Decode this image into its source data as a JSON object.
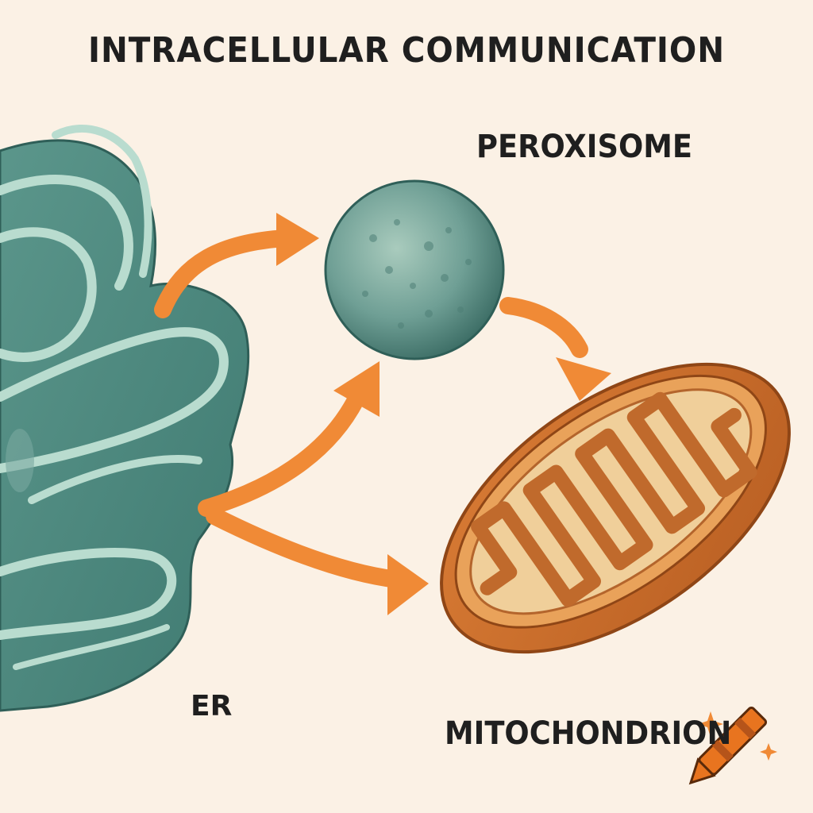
{
  "diagram": {
    "title": "INTRACELLULAR COMMUNICATION",
    "labels": {
      "peroxisome": "PEROXISOME",
      "er": "ER",
      "mitochondrion": "MITOCHONDRION"
    },
    "nodes": [
      {
        "id": "er",
        "label": "ER"
      },
      {
        "id": "peroxisome",
        "label": "PEROXISOME"
      },
      {
        "id": "mitochondrion",
        "label": "MITOCHONDRION"
      }
    ],
    "edges": [
      {
        "from": "er",
        "to": "peroxisome"
      },
      {
        "from": "er",
        "to": "peroxisome"
      },
      {
        "from": "er",
        "to": "mitochondrion"
      },
      {
        "from": "peroxisome",
        "to": "mitochondrion"
      }
    ],
    "colors": {
      "background": "#fbf1e5",
      "er": "#4f8a80",
      "er_highlight": "#b9dccf",
      "peroxisome": "#6f9f95",
      "mitochondrion_outer": "#c96a2a",
      "mitochondrion_inner": "#f0cf9a",
      "arrow": "#f08a36",
      "text": "#1f1f1f"
    },
    "icons": [
      "crayon-icon",
      "sparkle-icon"
    ]
  }
}
